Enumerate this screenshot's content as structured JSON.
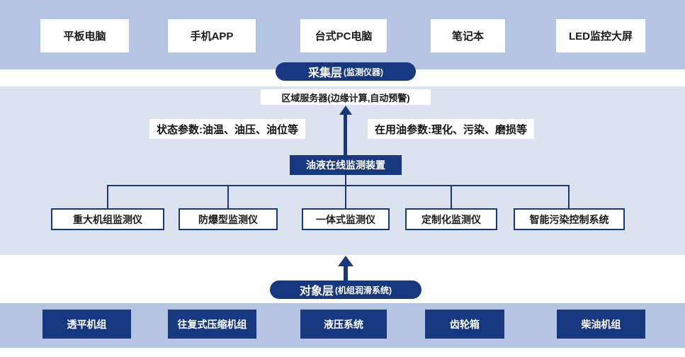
{
  "colors": {
    "band_blue": "#b5c4e2",
    "band_gray": "#dce3ee",
    "dark_blue": "#17387f",
    "box_text": "#1a1a1a",
    "white": "#ffffff"
  },
  "top_devices": [
    "平板电脑",
    "手机APP",
    "台式PC电脑",
    "笔记本",
    "LED监控大屏"
  ],
  "collection_layer": {
    "title": "采集层",
    "subtitle": "(监测仪器)"
  },
  "server_label": "区域服务器(边缘计算,自动预警)",
  "params": {
    "left": "状态参数:油温、油压、油位等",
    "right": "在用油参数:理化、污染、磨损等"
  },
  "device_box_label": "油液在线监测装置",
  "monitors": [
    "重大机组监测仪",
    "防爆型监测仪",
    "一体式监测仪",
    "定制化监测仪",
    "智能污染控制系统"
  ],
  "object_layer": {
    "title": "对象层",
    "subtitle": "(机组润滑系统)"
  },
  "bottom_units": [
    "透平机组",
    "往复式压缩机组",
    "液压系统",
    "齿轮箱",
    "柴油机组"
  ]
}
